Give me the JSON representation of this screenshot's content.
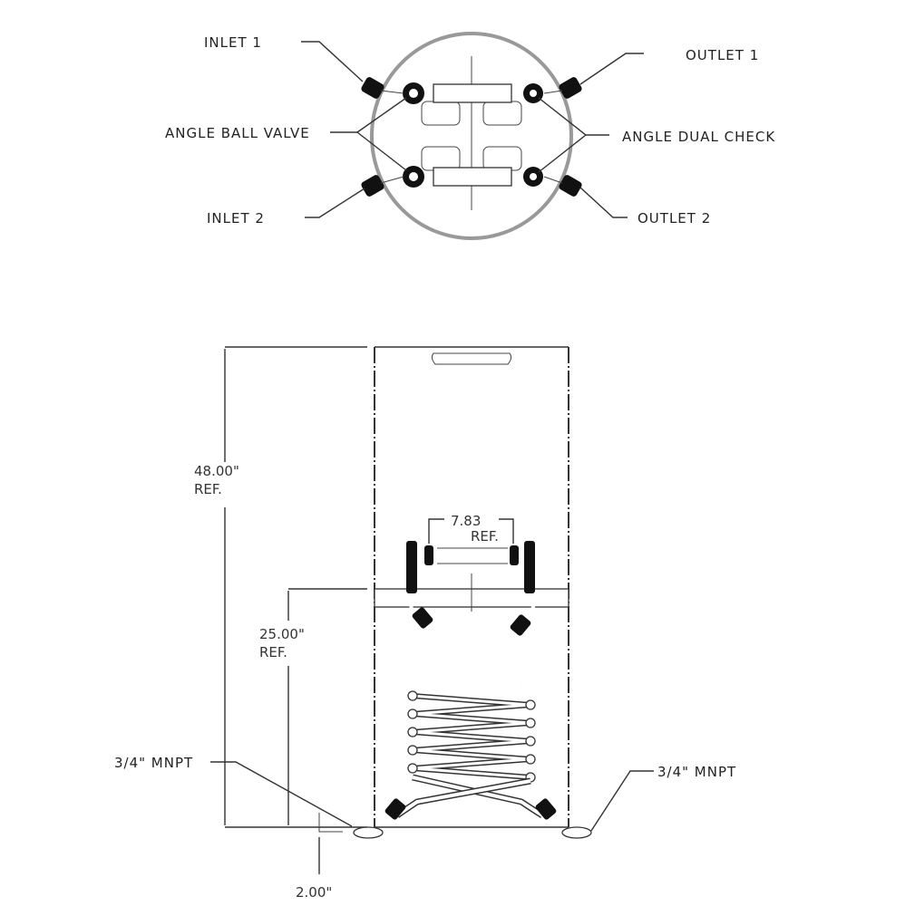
{
  "top_view": {
    "labels": {
      "inlet_1": "INLET 1",
      "inlet_2": "INLET 2",
      "outlet_1": "OUTLET 1",
      "outlet_2": "OUTLET 2",
      "angle_ball_valve": "ANGLE BALL VALVE",
      "angle_dual_check": "ANGLE DUAL CHECK"
    }
  },
  "side_view": {
    "dimensions": {
      "overall_height": "48.00\"",
      "overall_height_ref": "REF.",
      "inlet_height": "25.00\"",
      "inlet_height_ref": "REF.",
      "pipe_spacing": "7.83",
      "pipe_spacing_ref": "REF.",
      "bottom_offset": "2.00\""
    },
    "labels": {
      "left_connection": "3/4\" MNPT",
      "right_connection": "3/4\" MNPT"
    }
  }
}
